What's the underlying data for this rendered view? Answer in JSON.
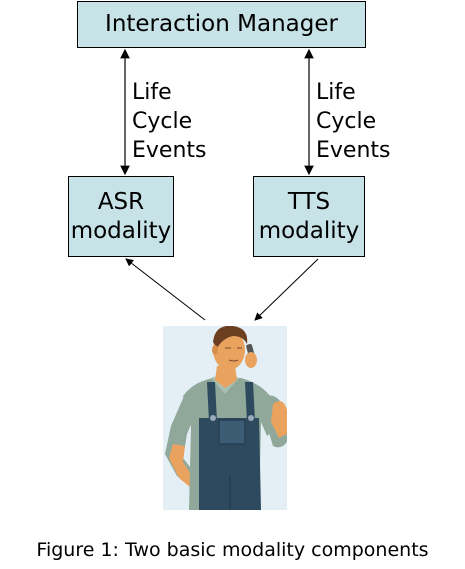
{
  "boxes": {
    "interaction_manager": "Interaction Manager",
    "asr": {
      "line1": "ASR",
      "line2": "modality"
    },
    "tts": {
      "line1": "TTS",
      "line2": "modality"
    }
  },
  "edge_labels": {
    "left": {
      "line1": "Life",
      "line2": "Cycle",
      "line3": "Events"
    },
    "right": {
      "line1": "Life",
      "line2": "Cycle",
      "line3": "Events"
    }
  },
  "caption": "Figure 1: Two basic modality components",
  "colors": {
    "box_fill": "#c7e3e8",
    "figure_bg": "#e4eef5",
    "shirt": "#8fa89a",
    "overalls": "#2d4a5e",
    "skin": "#e9a35f"
  },
  "figure_icon": "person-on-phone-icon"
}
